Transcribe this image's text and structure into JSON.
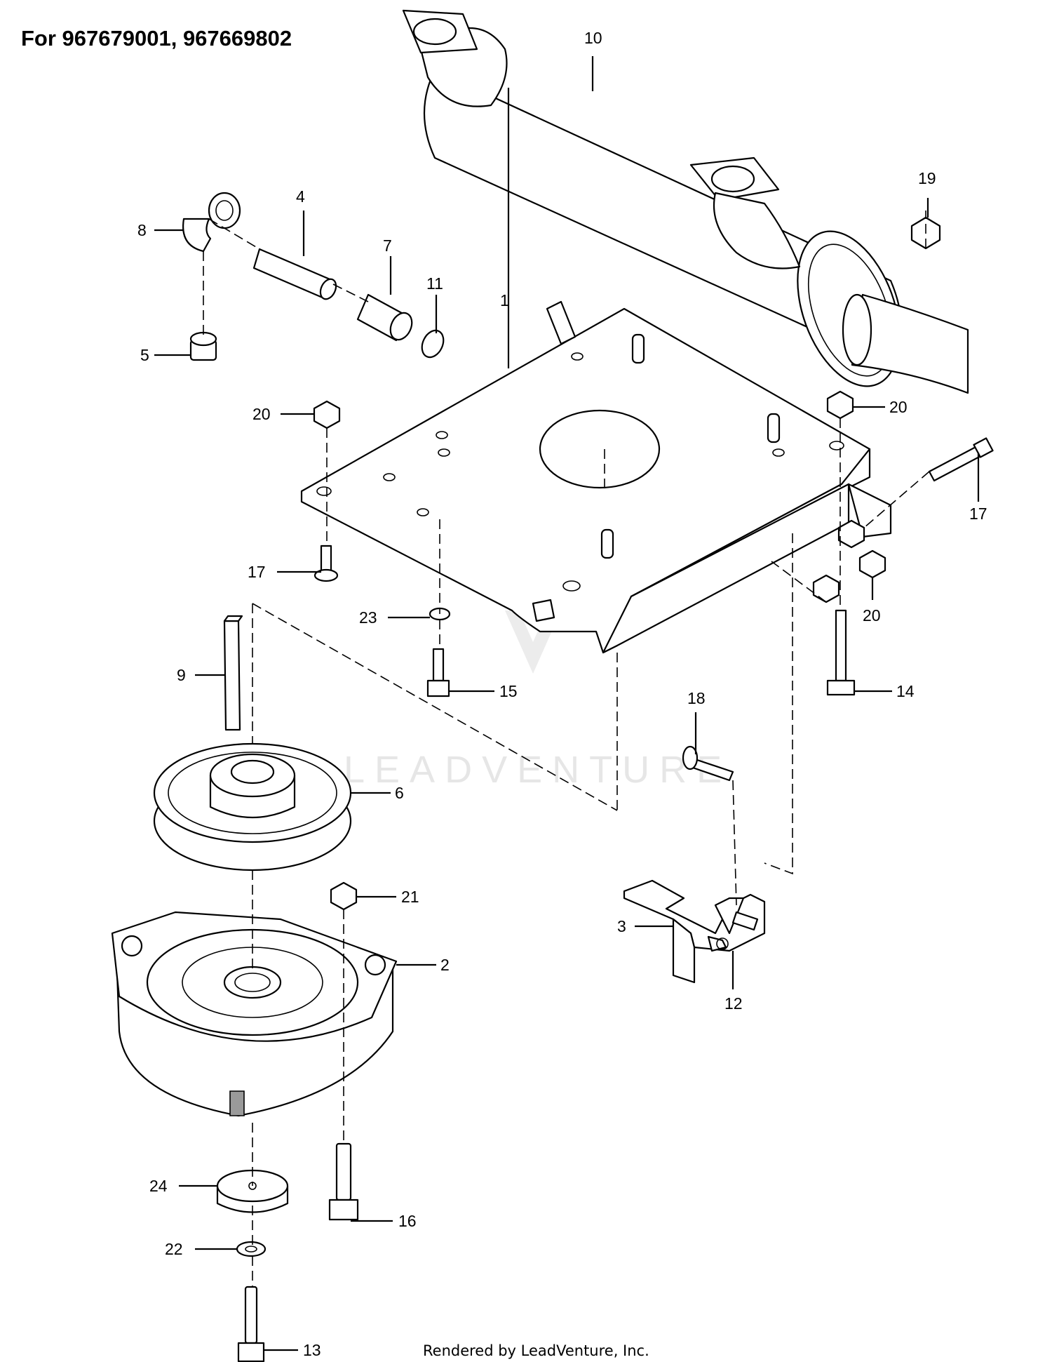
{
  "title": "For 967679001, 967669802",
  "footer": "Rendered by LeadVenture, Inc.",
  "watermark": "LEADVENTURE",
  "callouts": [
    {
      "id": "c1",
      "label": "1"
    },
    {
      "id": "c2",
      "label": "2"
    },
    {
      "id": "c3",
      "label": "3"
    },
    {
      "id": "c4",
      "label": "4"
    },
    {
      "id": "c5",
      "label": "5"
    },
    {
      "id": "c6",
      "label": "6"
    },
    {
      "id": "c7",
      "label": "7"
    },
    {
      "id": "c8",
      "label": "8"
    },
    {
      "id": "c9",
      "label": "9"
    },
    {
      "id": "c10",
      "label": "10"
    },
    {
      "id": "c11",
      "label": "11"
    },
    {
      "id": "c12",
      "label": "12"
    },
    {
      "id": "c13",
      "label": "13"
    },
    {
      "id": "c14",
      "label": "14"
    },
    {
      "id": "c15",
      "label": "15"
    },
    {
      "id": "c16",
      "label": "16"
    },
    {
      "id": "c17a",
      "label": "17"
    },
    {
      "id": "c17b",
      "label": "17"
    },
    {
      "id": "c18",
      "label": "18"
    },
    {
      "id": "c19",
      "label": "19"
    },
    {
      "id": "c20a",
      "label": "20"
    },
    {
      "id": "c20b",
      "label": "20"
    },
    {
      "id": "c20c",
      "label": "20"
    },
    {
      "id": "c21",
      "label": "21"
    },
    {
      "id": "c22",
      "label": "22"
    },
    {
      "id": "c23",
      "label": "23"
    },
    {
      "id": "c24",
      "label": "24"
    }
  ]
}
